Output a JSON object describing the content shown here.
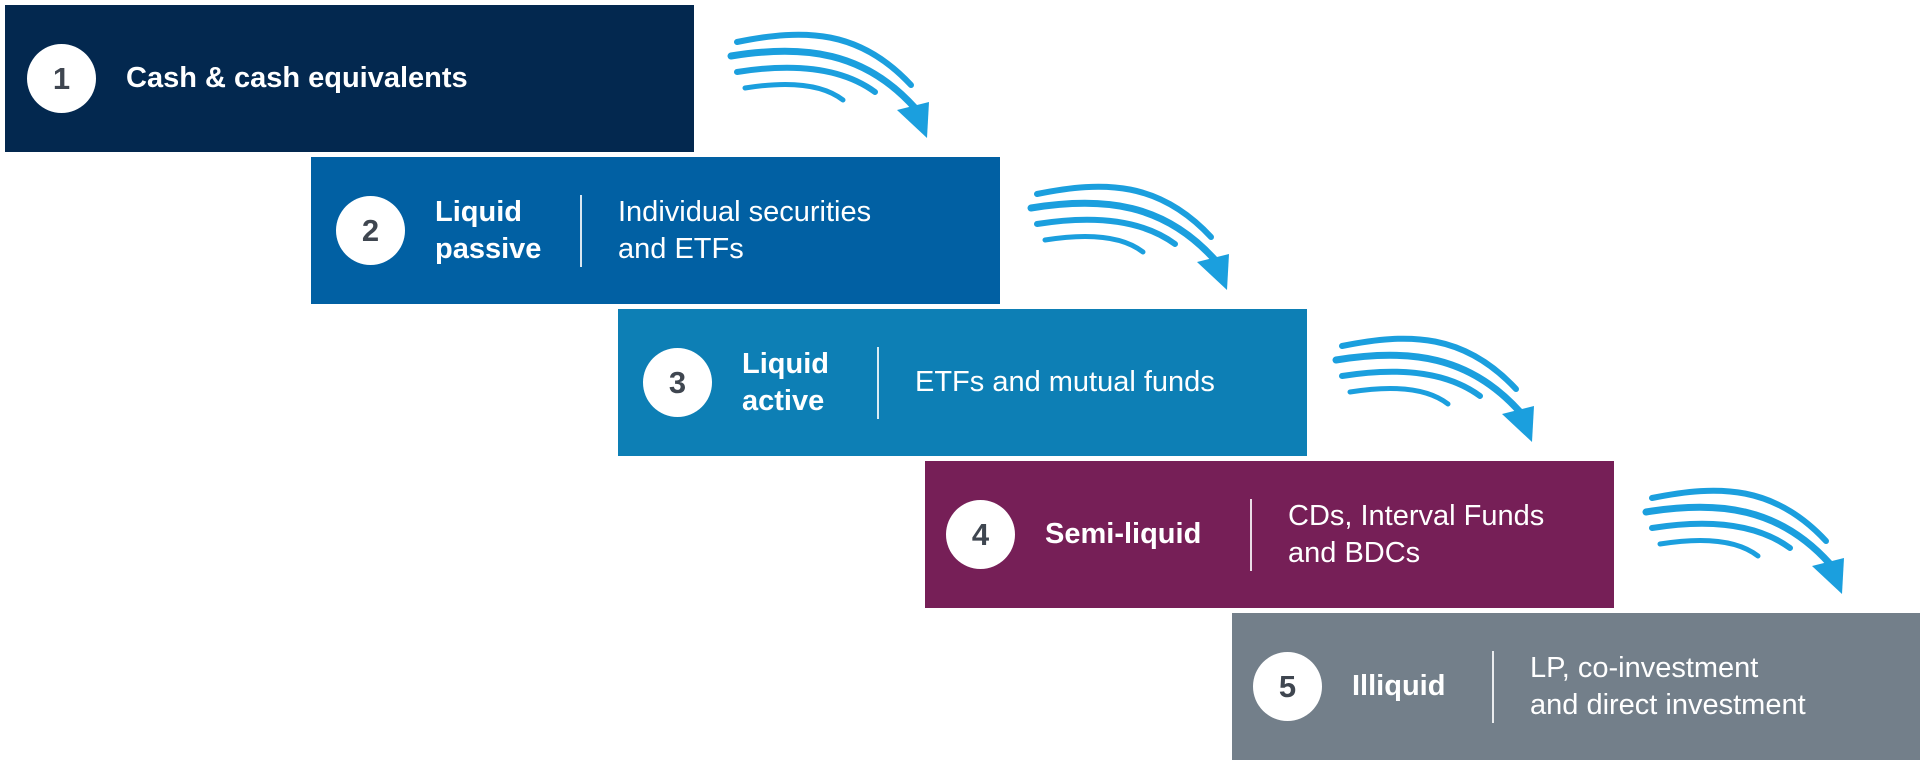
{
  "steps": [
    {
      "number": "1",
      "label": "Cash & cash equivalents",
      "description": "",
      "color": "#03284f"
    },
    {
      "number": "2",
      "label": "Liquid\npassive",
      "description": "Individual securities\nand ETFs",
      "color": "#0160a3"
    },
    {
      "number": "3",
      "label": "Liquid\nactive",
      "description": "ETFs and mutual funds",
      "color": "#0d7fb5"
    },
    {
      "number": "4",
      "label": "Semi-liquid",
      "description": "CDs, Interval Funds\nand BDCs",
      "color": "#761f57"
    },
    {
      "number": "5",
      "label": "Illiquid",
      "description": "LP, co-investment\nand direct investment",
      "color": "#737f8a"
    }
  ],
  "arrow_color": "#1b9fde"
}
